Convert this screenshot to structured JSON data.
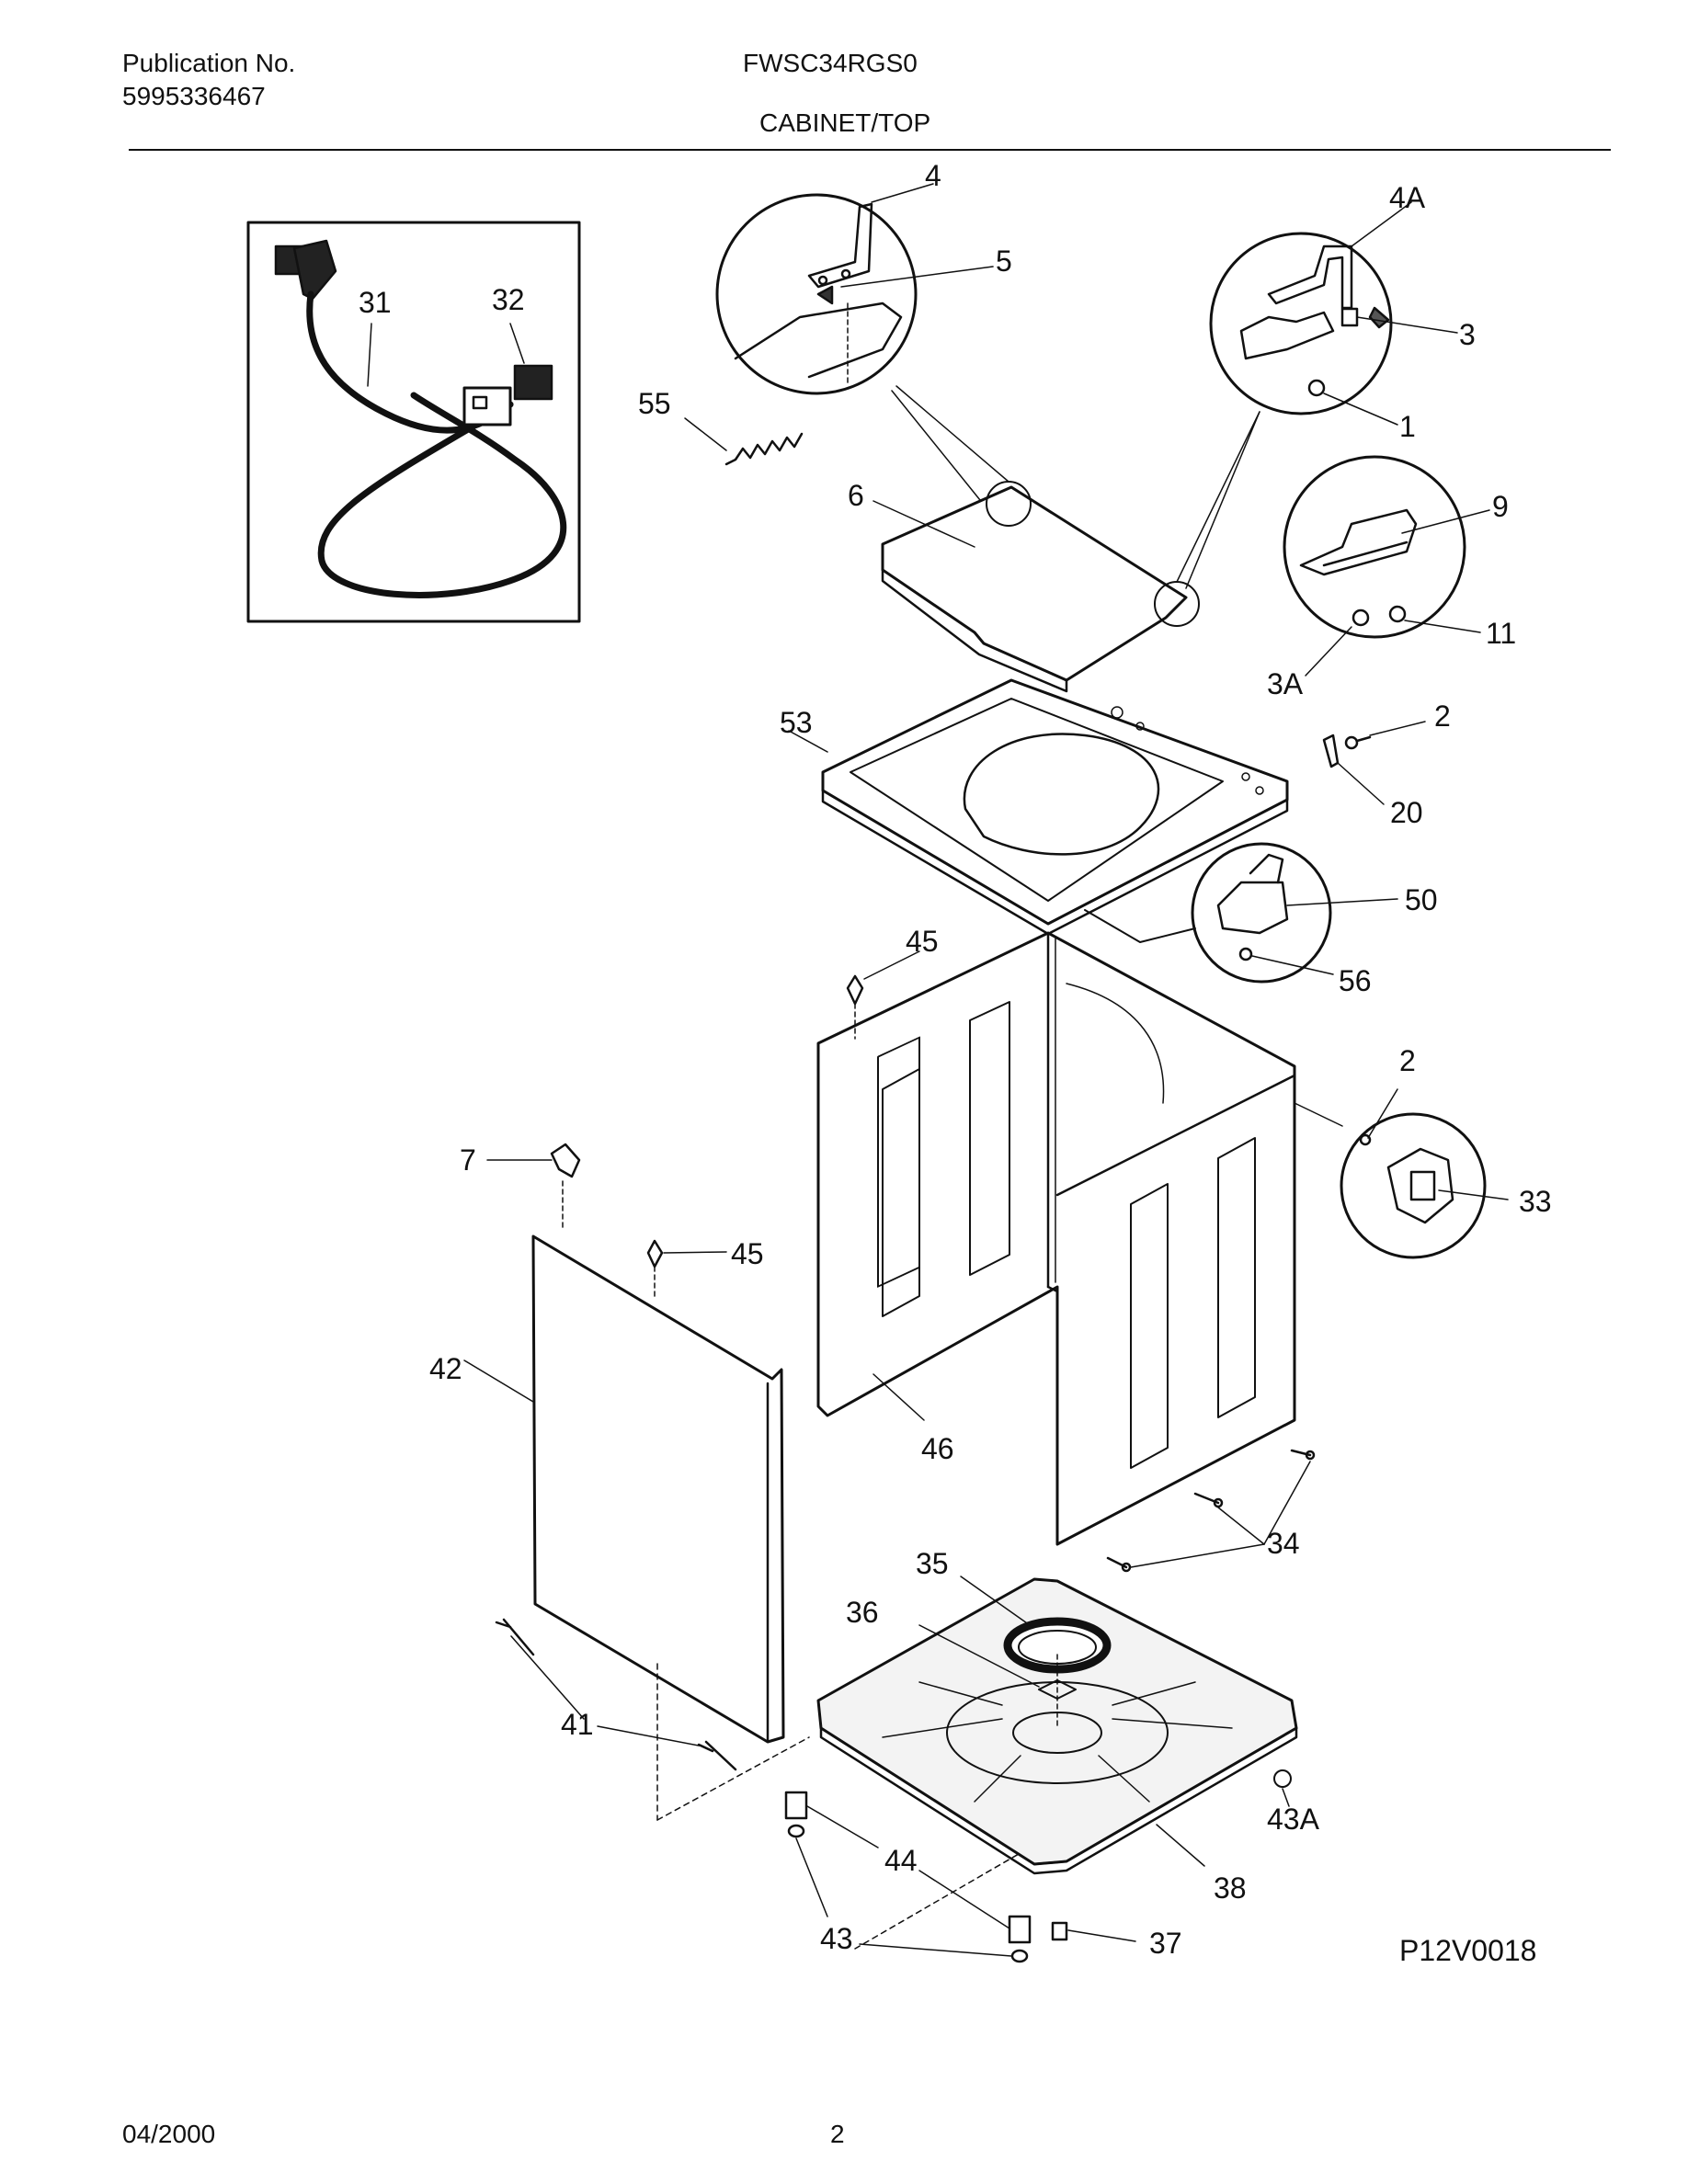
{
  "header": {
    "publication_label": "Publication No.",
    "publication_number": "5995336467",
    "model": "FWSC34RGS0",
    "section": "CABINET/TOP"
  },
  "diagram": {
    "code": "P12V0018",
    "callouts": {
      "c1": "1",
      "c2a": "2",
      "c2b": "2",
      "c3": "3",
      "c3a": "3A",
      "c4": "4",
      "c4a": "4A",
      "c5": "5",
      "c6": "6",
      "c7": "7",
      "c9": "9",
      "c11": "11",
      "c20": "20",
      "c31": "31",
      "c32": "32",
      "c33": "33",
      "c34": "34",
      "c35": "35",
      "c36": "36",
      "c37": "37",
      "c38": "38",
      "c41": "41",
      "c42": "42",
      "c43": "43",
      "c43a": "43A",
      "c44": "44",
      "c45a": "45",
      "c45b": "45",
      "c46": "46",
      "c50": "50",
      "c53": "53",
      "c55": "55",
      "c56": "56"
    }
  },
  "footer": {
    "date": "04/2000",
    "page": "2"
  }
}
